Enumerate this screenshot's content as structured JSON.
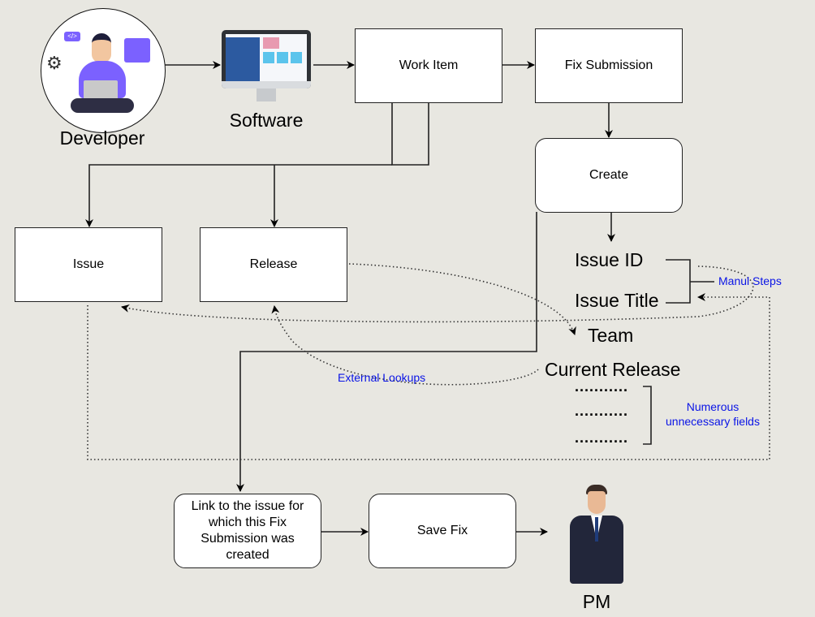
{
  "diagram": {
    "actors": {
      "developer": "Developer",
      "software": "Software",
      "pm": "PM"
    },
    "nodes": {
      "work_item": "Work Item",
      "fix_submission": "Fix Submission",
      "create": "Create",
      "issue": "Issue",
      "release": "Release",
      "link_issue": "Link to the issue for which this Fix Submission was created",
      "save_fix": "Save Fix"
    },
    "fields": {
      "issue_id": "Issue ID",
      "issue_title": "Issue Title",
      "team": "Team",
      "current_release": "Current Release",
      "placeholder_1": "...........",
      "placeholder_2": "...........",
      "placeholder_3": "..........."
    },
    "annotations": {
      "manual_steps": "Manul Steps",
      "external_lookups": "External Lookups",
      "numerous_fields": "Numerous unnecessary fields"
    },
    "colors": {
      "background": "#e8e7e1",
      "annotation": "#0a14e6",
      "developer_shirt": "#7b61ff"
    }
  }
}
